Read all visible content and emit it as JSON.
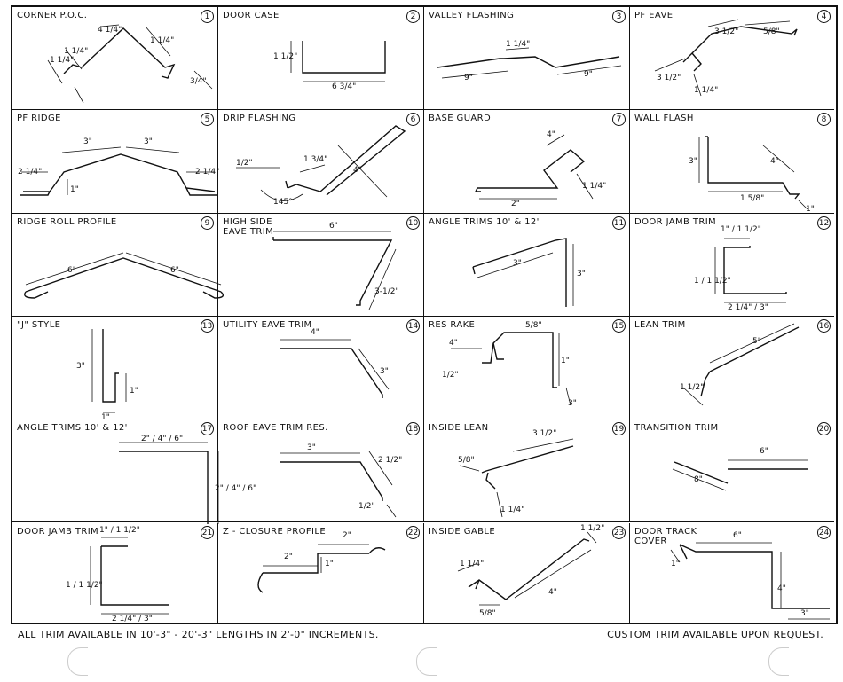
{
  "items": [
    {
      "title": "CORNER P.O.C.",
      "num": "1",
      "labels": [
        "1 1/4\"",
        "1 1/4\"",
        "4 1/4\"",
        "1 1/4\"",
        "3/4\""
      ]
    },
    {
      "title": "DOOR CASE",
      "num": "2",
      "labels": [
        "1 1/2\"",
        "6 3/4\""
      ]
    },
    {
      "title": "VALLEY FLASHING",
      "num": "3",
      "labels": [
        "9\"",
        "1 1/4\"",
        "9\""
      ]
    },
    {
      "title": "PF EAVE",
      "num": "4",
      "labels": [
        "3 1/2\"",
        "3 1/2\"",
        "5/8\"",
        "1 1/4\""
      ]
    },
    {
      "title": "PF RIDGE",
      "num": "5",
      "labels": [
        "3\"",
        "3\"",
        "2 1/4\"",
        "2 1/4\"",
        "1\""
      ]
    },
    {
      "title": "DRIP FLASHING",
      "num": "6",
      "labels": [
        "1/2\"",
        "1 3/4\"",
        "4\"",
        "145°"
      ]
    },
    {
      "title": "BASE GUARD",
      "num": "7",
      "labels": [
        "2\"",
        "4\"",
        "1 1/4\""
      ]
    },
    {
      "title": "WALL FLASH",
      "num": "8",
      "labels": [
        "3\"",
        "1 5/8\"",
        "4\"",
        "1\""
      ]
    },
    {
      "title": "RIDGE ROLL PROFILE",
      "num": "9",
      "labels": [
        "6\"",
        "6\""
      ]
    },
    {
      "title": "HIGH SIDE\nEAVE TRIM",
      "num": "10",
      "labels": [
        "6\"",
        "3-1/2\""
      ]
    },
    {
      "title": "ANGLE TRIMS 10' & 12'",
      "num": "11",
      "labels": [
        "3\"",
        "3\""
      ]
    },
    {
      "title": "DOOR JAMB TRIM",
      "num": "12",
      "labels": [
        "1\" / 1 1/2\"",
        "1 / 1 1/2\"",
        "2 1/4\" / 3\""
      ]
    },
    {
      "title": "\"J\" STYLE",
      "num": "13",
      "labels": [
        "3\"",
        "1\"",
        "1\""
      ]
    },
    {
      "title": "UTILITY EAVE TRIM",
      "num": "14",
      "labels": [
        "4\"",
        "3\""
      ]
    },
    {
      "title": "RES RAKE",
      "num": "15",
      "labels": [
        "4\"",
        "5/8\"",
        "1\"",
        "3\"",
        "1/2\""
      ]
    },
    {
      "title": "LEAN TRIM",
      "num": "16",
      "labels": [
        "5\"",
        "1 1/2\""
      ]
    },
    {
      "title": "ANGLE TRIMS 10' & 12'",
      "num": "17",
      "labels": [
        "2\" / 4\" / 6\"",
        "2\" / 4\" / 6\""
      ]
    },
    {
      "title": "ROOF EAVE TRIM RES.",
      "num": "18",
      "labels": [
        "3\"",
        "2 1/2\"",
        "1/2\""
      ]
    },
    {
      "title": "INSIDE LEAN",
      "num": "19",
      "labels": [
        "3 1/2\"",
        "5/8\"",
        "1 1/4\""
      ]
    },
    {
      "title": "TRANSITION TRIM",
      "num": "20",
      "labels": [
        "8\"",
        "6\""
      ]
    },
    {
      "title": "DOOR JAMB TRIM",
      "num": "21",
      "labels": [
        "1\" / 1 1/2\"",
        "1 / 1 1/2\"",
        "2 1/4\" / 3\""
      ]
    },
    {
      "title": "Z - CLOSURE PROFILE",
      "num": "22",
      "labels": [
        "2\"",
        "2\"",
        "1\""
      ]
    },
    {
      "title": "INSIDE GABLE",
      "num": "23",
      "labels": [
        "1 1/4\"",
        "1 1/2\"",
        "5/8\"",
        "4\""
      ]
    },
    {
      "title": "DOOR TRACK\nCOVER",
      "num": "24",
      "labels": [
        "6\"",
        "1\"",
        "4\"",
        "3\""
      ]
    }
  ],
  "footer": {
    "left": "ALL TRIM AVAILABLE IN 10'-3\" - 20'-3\" LENGTHS IN 2'-0\" INCREMENTS.",
    "right": "CUSTOM TRIM AVAILABLE UPON REQUEST."
  }
}
